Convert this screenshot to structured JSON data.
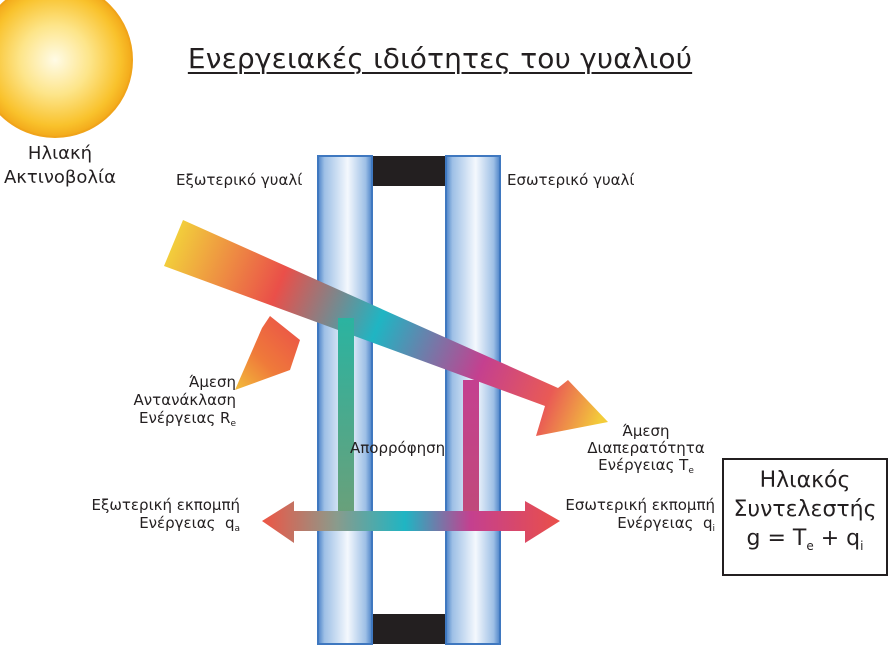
{
  "title": "Ενεργειακές ιδιότητες του γυαλιού",
  "labels": {
    "solar_line1": "Ηλιακή",
    "solar_line2": "Ακτινοβολία",
    "outer_glass": "Εξωτερικό γυαλί",
    "inner_glass": "Εσωτερικό γυαλί",
    "reflection_line1": "Άμεση",
    "reflection_line2": "Αντανάκλαση",
    "reflection_line3": "Ενέργειας R",
    "reflection_sub": "e",
    "transmission_line1": "Άμεση",
    "transmission_line2": "Διαπερατότητα",
    "transmission_line3": "Ενέργειας T",
    "transmission_sub": "e",
    "absorption": "Απορρόφηση",
    "external_emission_line1": "Εξωτερική εκπομπή",
    "external_emission_line2": "Ενέργειας  q",
    "external_emission_sub": "a",
    "internal_emission_line1": "Εσωτερική εκπομπή",
    "internal_emission_line2": "Ενέργειας  q",
    "internal_emission_sub": "i"
  },
  "solar_factor": {
    "line1": "Ηλιακός",
    "line2": "Συντελεστής",
    "formula_g": "g = T",
    "formula_sub_e": "e",
    "formula_plus": " + q",
    "formula_sub_i": "i"
  },
  "colors": {
    "sun_core": "#fff6c8",
    "sun_edge": "#f7b21c",
    "glass_edge": "#3f78c0",
    "spacer": "#231f20",
    "arrow_yellow": "#f2d03b",
    "arrow_red": "#ea4f49",
    "arrow_teal": "#1fb5c3",
    "arrow_magenta": "#c4408f"
  }
}
